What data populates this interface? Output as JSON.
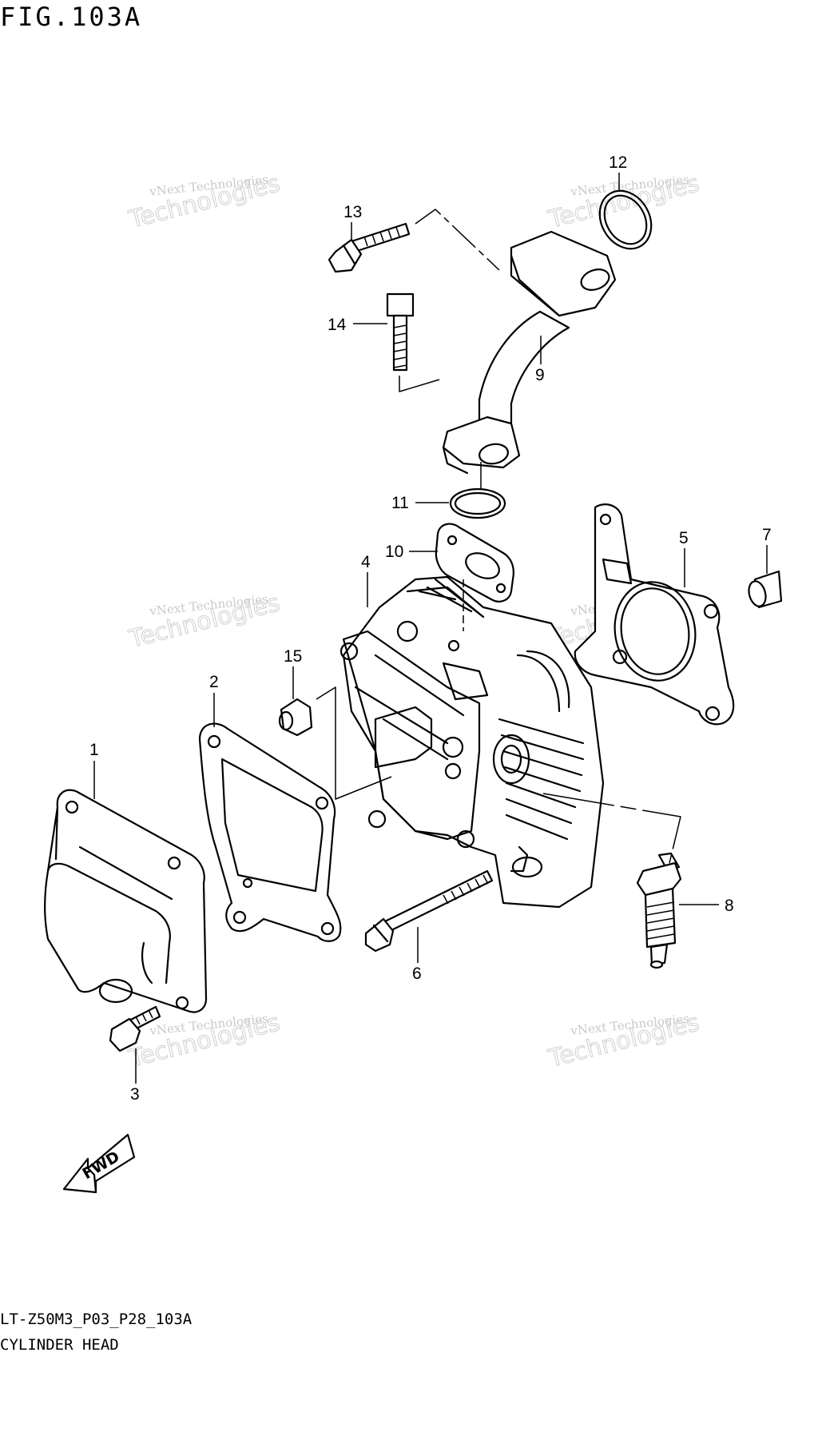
{
  "figure": {
    "title": "FIG.103A"
  },
  "footer": {
    "code": "LT-Z50M3_P03_P28_103A",
    "name": "CYLINDER HEAD"
  },
  "watermark": {
    "line1": "vNext Technologies",
    "line2": "Technologies"
  },
  "fwd_label": "FWD",
  "callouts": [
    {
      "num": "1"
    },
    {
      "num": "2"
    },
    {
      "num": "3"
    },
    {
      "num": "4"
    },
    {
      "num": "5"
    },
    {
      "num": "6"
    },
    {
      "num": "7"
    },
    {
      "num": "8"
    },
    {
      "num": "9"
    },
    {
      "num": "10"
    },
    {
      "num": "11"
    },
    {
      "num": "12"
    },
    {
      "num": "13"
    },
    {
      "num": "14"
    },
    {
      "num": "15"
    }
  ]
}
